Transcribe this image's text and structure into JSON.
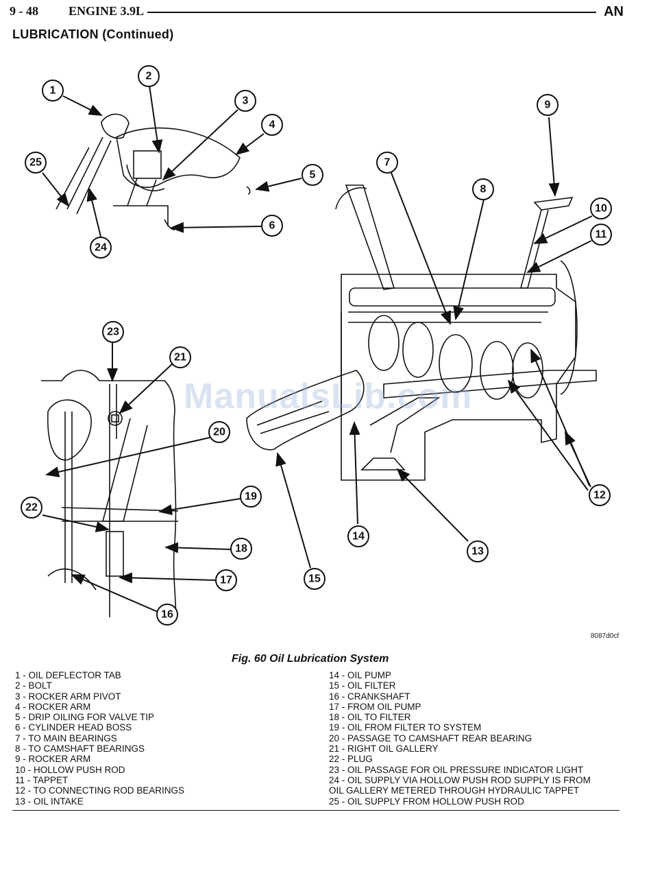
{
  "header": {
    "page_number": "9 - 48",
    "title": "ENGINE 3.9L",
    "code": "AN"
  },
  "section_title": "LUBRICATION (Continued)",
  "figure": {
    "caption": "Fig. 60 Oil Lubrication System",
    "id": "8087d0cf",
    "watermark": "ManualsLib.com",
    "callouts": [
      "1",
      "2",
      "3",
      "4",
      "5",
      "6",
      "7",
      "8",
      "9",
      "10",
      "11",
      "12",
      "13",
      "14",
      "15",
      "16",
      "17",
      "18",
      "19",
      "20",
      "21",
      "22",
      "23",
      "24",
      "25"
    ]
  },
  "legend": {
    "left": [
      "1 - OIL DEFLECTOR TAB",
      "2 - BOLT",
      "3 - ROCKER ARM PIVOT",
      "4 - ROCKER ARM",
      "5 - DRIP OILING FOR VALVE TIP",
      "6 - CYLINDER HEAD BOSS",
      "7 - TO MAIN BEARINGS",
      "8 - TO CAMSHAFT BEARINGS",
      "9 - ROCKER ARM",
      "10 - HOLLOW PUSH ROD",
      "11 - TAPPET",
      "12 - TO CONNECTING ROD BEARINGS",
      "13 - OIL INTAKE"
    ],
    "right": [
      "14 - OIL PUMP",
      "15 - OIL FILTER",
      "16 - CRANKSHAFT",
      "17 - FROM OIL PUMP",
      "18 - OIL TO FILTER",
      "19 - OIL FROM FILTER TO SYSTEM",
      "20 - PASSAGE TO CAMSHAFT REAR BEARING",
      "21 - RIGHT OIL GALLERY",
      "22 - PLUG",
      "23 - OIL PASSAGE FOR OIL PRESSURE INDICATOR LIGHT",
      "24 - OIL SUPPLY VIA HOLLOW PUSH ROD SUPPLY IS FROM",
      "OIL GALLERY METERED THROUGH HYDRAULIC TAPPET",
      "25 - OIL SUPPLY FROM HOLLOW PUSH ROD"
    ]
  }
}
